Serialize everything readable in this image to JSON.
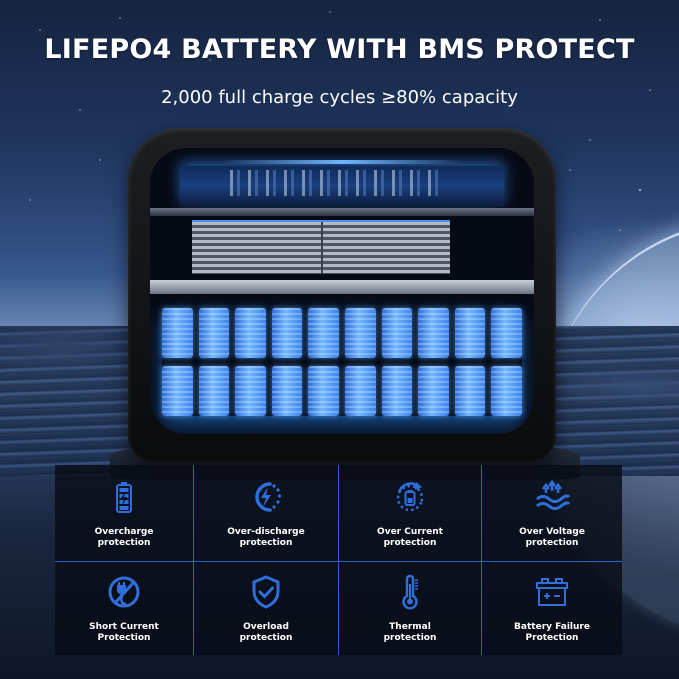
{
  "header": {
    "title": "LIFEPO4 BATTERY WITH BMS PROTECT",
    "subtitle": "2,000 full charge cycles ≥80% capacity"
  },
  "product": {
    "description": "Portable power station cutaway showing circuit board, heatsink and 20 LiFePO4 cells (2 rows × 10)",
    "cell_rows": 2,
    "cells_per_row": 10
  },
  "colors": {
    "icon_blue": "#2f6fdc",
    "divider_blue": "#2a63c9",
    "panel_bg": "#080c16",
    "cell_glow": "#74b8ff"
  },
  "features": [
    {
      "icon": "battery-charging-icon",
      "line1": "Overcharge",
      "line2": "protection"
    },
    {
      "icon": "lightning-discharge-icon",
      "line1": "Over-discharge",
      "line2": "protection"
    },
    {
      "icon": "battery-cycle-icon",
      "line1": "Over Current",
      "line2": "protection"
    },
    {
      "icon": "voltage-waves-arrows-icon",
      "line1": "Over Voltage",
      "line2": "protection"
    },
    {
      "icon": "no-plug-icon",
      "line1": "Short Current",
      "line2": "Protection"
    },
    {
      "icon": "shield-check-icon",
      "line1": "Overload",
      "line2": "protection"
    },
    {
      "icon": "thermometer-icon",
      "line1": "Thermal",
      "line2": "protection"
    },
    {
      "icon": "car-battery-icon",
      "line1": "Battery Failure",
      "line2": "Protection"
    }
  ]
}
